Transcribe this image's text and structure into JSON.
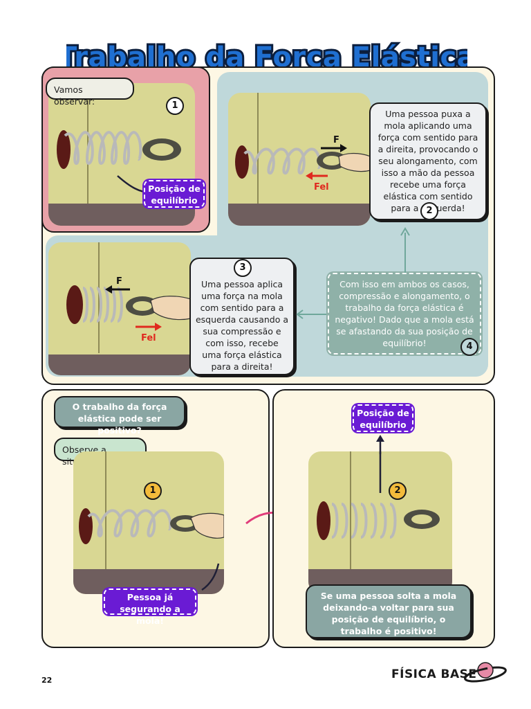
{
  "title": "Trabalho da Força Elástica",
  "panel1": {
    "bubble": "Vamos observar:",
    "step": "1",
    "label": "Posição de equilíbrio"
  },
  "panel2": {
    "step": "2",
    "force_label": "F",
    "elastic_label": "Fel",
    "text": "Uma pessoa puxa a mola aplicando uma força com sentido para a direita, provocando o seu alongamento, com isso a mão da pessoa recebe uma força elástica com sentido para a esquerda!"
  },
  "panel3": {
    "step": "3",
    "force_label": "F",
    "elastic_label": "Fel",
    "text": "Uma pessoa aplica uma força na mola com sentido para a esquerda causando a sua compressão e com isso, recebe uma força elástica para a direita!"
  },
  "panel4": {
    "step": "4",
    "text": "Com isso em ambos os casos, compressão e alongamento, o trabalho da força elástica é negativo! Dado que a mola está se afastando da sua posição de equilíbrio!"
  },
  "lower_left": {
    "question": "O trabalho da força elástica pode ser positivo?",
    "observe": "Observe a situação:",
    "step": "1",
    "label": "Pessoa já segurando a mola!"
  },
  "lower_right": {
    "label": "Posição de equilíbrio",
    "step": "2",
    "text": "Se uma pessoa solta a mola deixando-a voltar para sua posição de equilíbrio, o trabalho é positivo!"
  },
  "footer": {
    "page_number": "22",
    "brand": "FÍSICA BASE"
  },
  "colors": {
    "panel_pink": "#e8a1a8",
    "panel_teal": "#bfd8da",
    "panel_cream": "#fdf7e4",
    "purple": "#6a1bd4",
    "title_blue": "#1f6fd1",
    "arrow_red": "#e02a1f",
    "arrow_pink": "#e03d7a"
  },
  "icons": [
    "spring-icon",
    "ring-icon",
    "hand-icon",
    "arrow-icon",
    "planet-logo-icon"
  ]
}
